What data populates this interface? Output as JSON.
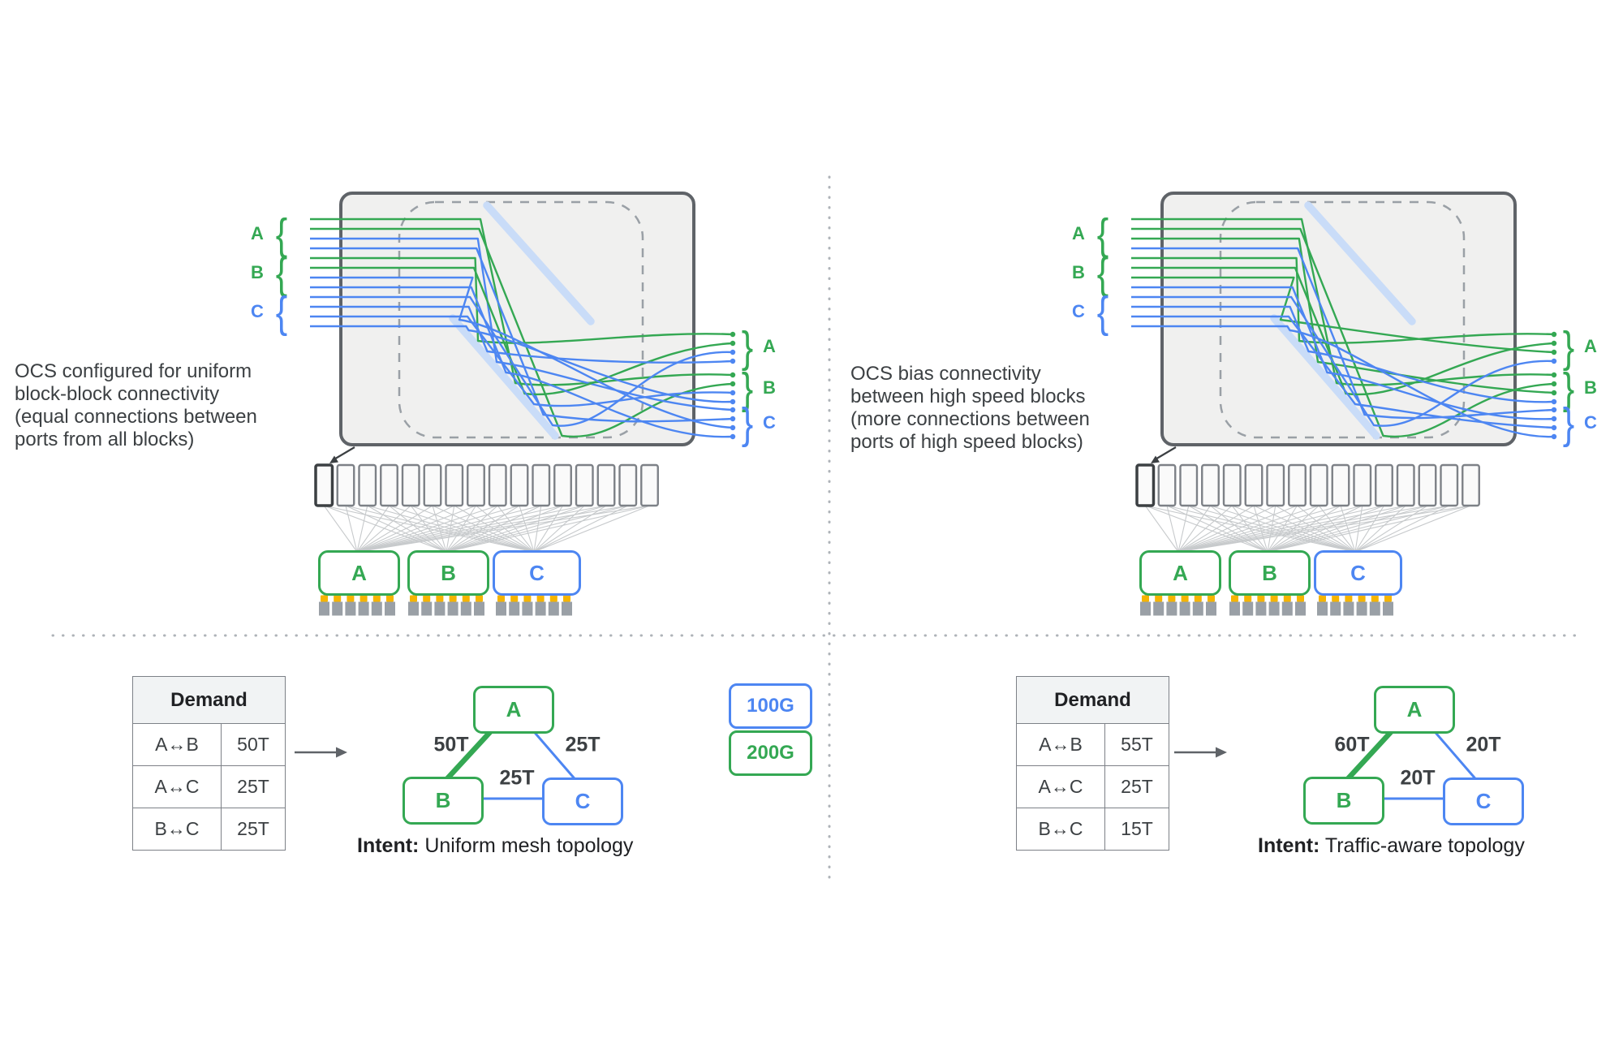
{
  "palette": {
    "green": "#34a853",
    "blue": "#4d86f2",
    "mirror_blue": "#c9dcf8",
    "box_fill": "#f0f0ef",
    "box_border": "#5f6368",
    "dash_gray": "#9aa0a6",
    "fan_gray": "#c7cacc",
    "port_border": "#7d8187",
    "port_fill": "#fafafa",
    "port_first_border": "#3c4043",
    "pin_gray": "#9aa0a6",
    "pin_orange": "#f5b400",
    "text": "#3c4043",
    "divider": "#aeb3b8",
    "arrow": "#5f6368"
  },
  "icons": {
    "brace_open": "{",
    "brace_close": "}"
  },
  "legend": [
    {
      "label": "100G",
      "color_key": "blue"
    },
    {
      "label": "200G",
      "color_key": "green"
    }
  ],
  "panels": [
    {
      "description": "OCS configured for uniform block-block connectivity (equal connections between ports from all blocks)",
      "input_groups": [
        {
          "label": "A",
          "color_key": "green"
        },
        {
          "label": "B",
          "color_key": "green"
        },
        {
          "label": "C",
          "color_key": "blue"
        }
      ],
      "output_groups": [
        {
          "label": "A",
          "color_key": "green"
        },
        {
          "label": "B",
          "color_key": "green"
        },
        {
          "label": "C",
          "color_key": "blue"
        }
      ],
      "fiber_colors_in": [
        "green",
        "green",
        "blue",
        "blue",
        "green",
        "green",
        "blue",
        "blue",
        "blue",
        "blue",
        "blue",
        "blue"
      ],
      "line_output_map": [
        4,
        5,
        8,
        9,
        0,
        1,
        10,
        11,
        2,
        3,
        6,
        7
      ],
      "ocs_port_count": 16,
      "blocks": [
        {
          "label": "A",
          "color_key": "green",
          "pins": 6
        },
        {
          "label": "B",
          "color_key": "green",
          "pins": 6
        },
        {
          "label": "C",
          "color_key": "blue",
          "pins": 6
        }
      ],
      "demand": {
        "title": "Demand",
        "rows": [
          {
            "pair": "A↔B",
            "value": "50T"
          },
          {
            "pair": "A↔C",
            "value": "25T"
          },
          {
            "pair": "B↔C",
            "value": "25T"
          }
        ]
      },
      "topology": {
        "nodes": [
          {
            "label": "A",
            "color_key": "green"
          },
          {
            "label": "B",
            "color_key": "green"
          },
          {
            "label": "C",
            "color_key": "blue"
          }
        ],
        "edges": [
          {
            "from": "A",
            "to": "B",
            "label": "50T",
            "color_key": "green",
            "thick": true
          },
          {
            "from": "A",
            "to": "C",
            "label": "25T",
            "color_key": "blue",
            "thick": false
          },
          {
            "from": "B",
            "to": "C",
            "label": "25T",
            "color_key": "blue",
            "thick": false
          }
        ]
      },
      "intent_label": "Intent:",
      "intent_text": " Uniform mesh topology"
    },
    {
      "description": "OCS bias connectivity between high speed blocks (more connections between ports of high speed blocks)",
      "input_groups": [
        {
          "label": "A",
          "color_key": "green"
        },
        {
          "label": "B",
          "color_key": "green"
        },
        {
          "label": "C",
          "color_key": "blue"
        }
      ],
      "output_groups": [
        {
          "label": "A",
          "color_key": "green"
        },
        {
          "label": "B",
          "color_key": "green"
        },
        {
          "label": "C",
          "color_key": "blue"
        }
      ],
      "fiber_colors_in": [
        "green",
        "green",
        "green",
        "blue",
        "green",
        "green",
        "green",
        "blue",
        "blue",
        "blue",
        "blue",
        "blue"
      ],
      "line_output_map": [
        4,
        5,
        6,
        8,
        0,
        1,
        2,
        9,
        3,
        7,
        10,
        11
      ],
      "ocs_port_count": 16,
      "blocks": [
        {
          "label": "A",
          "color_key": "green",
          "pins": 6
        },
        {
          "label": "B",
          "color_key": "green",
          "pins": 6
        },
        {
          "label": "C",
          "color_key": "blue",
          "pins": 6
        }
      ],
      "demand": {
        "title": "Demand",
        "rows": [
          {
            "pair": "A↔B",
            "value": "55T"
          },
          {
            "pair": "A↔C",
            "value": "25T"
          },
          {
            "pair": "B↔C",
            "value": "15T"
          }
        ]
      },
      "topology": {
        "nodes": [
          {
            "label": "A",
            "color_key": "green"
          },
          {
            "label": "B",
            "color_key": "green"
          },
          {
            "label": "C",
            "color_key": "blue"
          }
        ],
        "edges": [
          {
            "from": "A",
            "to": "B",
            "label": "60T",
            "color_key": "green",
            "thick": true
          },
          {
            "from": "A",
            "to": "C",
            "label": "20T",
            "color_key": "blue",
            "thick": false
          },
          {
            "from": "B",
            "to": "C",
            "label": "20T",
            "color_key": "blue",
            "thick": false
          }
        ]
      },
      "intent_label": "Intent:",
      "intent_text": " Traffic-aware topology"
    }
  ]
}
